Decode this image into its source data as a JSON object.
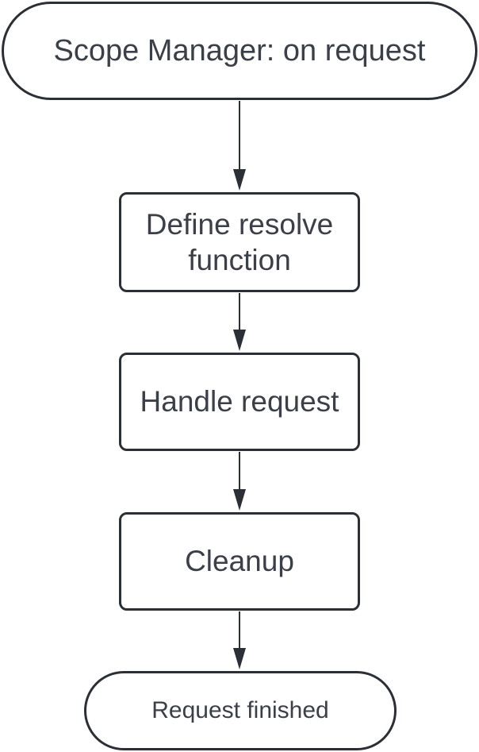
{
  "diagram": {
    "type": "flowchart",
    "nodes": {
      "start": "Scope Manager: on request",
      "step1": "Define resolve function",
      "step2": "Handle request",
      "step3": "Cleanup",
      "end": "Request finished"
    },
    "edges": [
      [
        "start",
        "step1"
      ],
      [
        "step1",
        "step2"
      ],
      [
        "step2",
        "step3"
      ],
      [
        "step3",
        "end"
      ]
    ],
    "colors": {
      "stroke": "#2b2f36",
      "text": "#3b3f48",
      "background": "#ffffff"
    }
  }
}
